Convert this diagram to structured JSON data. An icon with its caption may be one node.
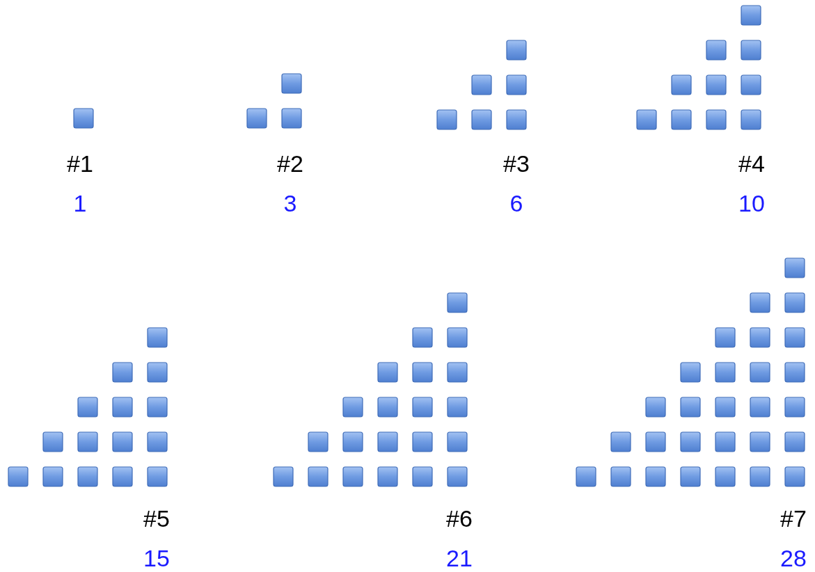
{
  "diagram": {
    "labels": [
      "#1",
      "#2",
      "#3",
      "#4",
      "1",
      "3",
      "6",
      "10",
      "#5",
      "#6",
      "#7",
      "15",
      "21",
      "28"
    ]
  }
}
